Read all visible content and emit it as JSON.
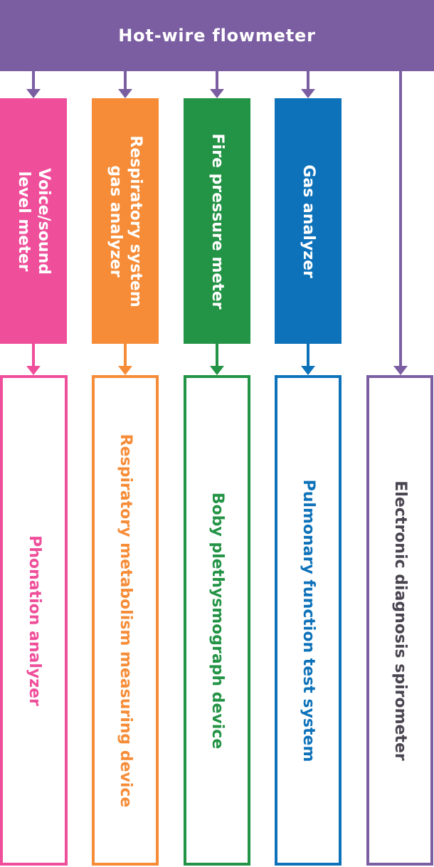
{
  "header": {
    "title": "Hot-wire flowmeter",
    "color": "#7b5ea2"
  },
  "columns": [
    {
      "mid_lines": [
        "Voice/sound",
        "level meter"
      ],
      "bottom_label": "Phonation analyzer",
      "color": "#ef4e9a"
    },
    {
      "mid_lines": [
        "Respiratory system",
        "gas analyzer"
      ],
      "bottom_label": "Respiratory metabolism measuring device",
      "color": "#f68c37"
    },
    {
      "mid_lines": [
        "Fire pressure meter"
      ],
      "bottom_label": "Boby plethysmograph device",
      "color": "#239345"
    },
    {
      "mid_lines": [
        "Gas analyzer"
      ],
      "bottom_label": "Pulmonary function test system",
      "color": "#0d72ba"
    },
    {
      "mid_lines": [],
      "bottom_label": "Electronic diagnosis spirometer",
      "color": "#7b5ea2",
      "text_color": "#4a4550"
    }
  ]
}
